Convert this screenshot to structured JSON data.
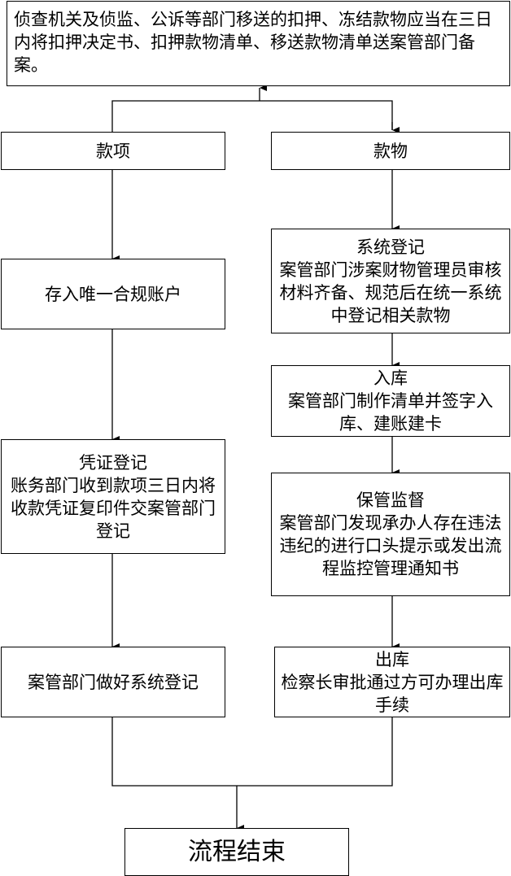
{
  "header": {
    "text": "侦查机关及侦监、公诉等部门移送的扣押、冻结款物应当在三日内将扣押决定书、扣押款物清单、移送款物清单送案管部门备案。"
  },
  "left_branch": {
    "title": "款项",
    "step1": {
      "text": "存入唯一合规账户"
    },
    "step2": {
      "title": "凭证登记",
      "text": "账务部门收到款项三日内将收款凭证复印件交案管部门登记"
    },
    "step3": {
      "text": "案管部门做好系统登记"
    }
  },
  "right_branch": {
    "title": "款物",
    "step1": {
      "title": "系统登记",
      "text": "案管部门涉案财物管理员审核材料齐备、规范后在统一系统中登记相关款物"
    },
    "step2": {
      "title": "入库",
      "text": "案管部门制作清单并签字入库、建账建卡"
    },
    "step3": {
      "title": "保管监督",
      "text": "案管部门发现承办人存在违法违纪的进行口头提示或发出流程监控管理通知书"
    },
    "step4": {
      "title": "出库",
      "text": "检察长审批通过方可办理出库手续"
    }
  },
  "end": {
    "text": "流程结束"
  }
}
